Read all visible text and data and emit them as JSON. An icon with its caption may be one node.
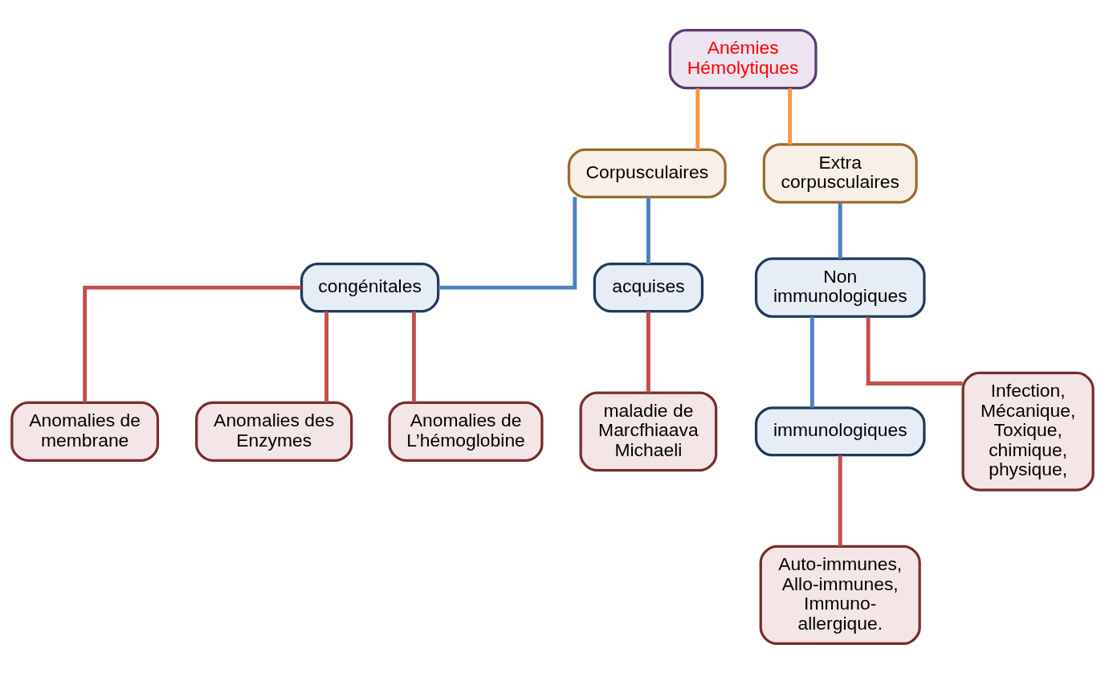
{
  "diagram": {
    "nodes": [
      {
        "text": [
          "Anémies Hémolytiques"
        ]
      },
      {
        "text": [
          "Corpusculaires"
        ]
      },
      {
        "text": [
          "Extra corpusculaires"
        ]
      },
      {
        "text": [
          "congénitales"
        ]
      },
      {
        "text": [
          "acquises"
        ]
      },
      {
        "text": [
          "Non immunologiques"
        ]
      },
      {
        "text": [
          "immunologiques"
        ]
      },
      {
        "text": [
          "Anomalies de membrane"
        ]
      },
      {
        "text": [
          "Anomalies des Enzymes"
        ]
      },
      {
        "text": [
          "Anomalies de L’hémoglobine"
        ]
      },
      {
        "text": [
          "maladie de Marcfhiaava Michaeli"
        ]
      },
      {
        "text": [
          "Auto-immunes, Allo-immunes, Immuno-allergique."
        ]
      },
      {
        "text": [
          "Infection, Mécanique, Toxique, chimique, physique,"
        ]
      }
    ],
    "edges": [
      {
        "from": 0,
        "to": 1,
        "arrow": "none",
        "color": "#f79646"
      },
      {
        "from": 0,
        "to": 2,
        "arrow": "none",
        "color": "#f79646"
      },
      {
        "from": 1,
        "to": 3,
        "arrow": "none",
        "color": "#4f81bd"
      },
      {
        "from": 1,
        "to": 4,
        "arrow": "none",
        "color": "#4f81bd"
      },
      {
        "from": 2,
        "to": 5,
        "arrow": "none",
        "color": "#4f81bd"
      },
      {
        "from": 5,
        "to": 6,
        "arrow": "none",
        "color": "#4f81bd"
      },
      {
        "from": 3,
        "to": 7,
        "arrow": "none"
      },
      {
        "from": 3,
        "to": 8,
        "arrow": "none"
      },
      {
        "from": 3,
        "to": 9,
        "arrow": "none"
      },
      {
        "from": 4,
        "to": 10,
        "arrow": "none"
      },
      {
        "from": 6,
        "to": 11,
        "arrow": "none"
      },
      {
        "from": 5,
        "to": 12,
        "arrow": "none"
      }
    ]
  }
}
